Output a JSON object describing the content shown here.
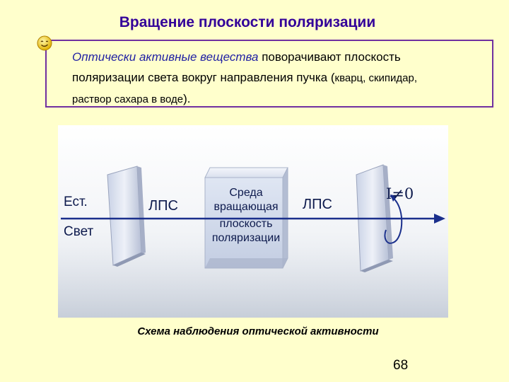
{
  "title": "Вращение плоскости поляризации",
  "callout": {
    "line1_em": "Оптически активные вещества",
    "line1_rest": " поворачивают плоскость",
    "line2": "поляризации света вокруг направления пучка (",
    "line2_small": "кварц, скипидар,",
    "line3_small": "раствор сахара в воде",
    "line3_end": ")."
  },
  "diagram": {
    "label_natural_1": "Ест.",
    "label_natural_2": "Свет",
    "label_lps_left": "ЛПС",
    "label_lps_right": "ЛПС",
    "label_medium": [
      "Среда",
      "вращающая",
      "плоскость",
      "поляризации"
    ],
    "label_intensity": "I≠0"
  },
  "caption": "Схема наблюдения оптической активности",
  "page_number": "68",
  "colors": {
    "title": "#330099",
    "border": "#7030a0",
    "beam": "#1a2f8c",
    "background": "#ffffcc"
  },
  "icons": [
    "smiley-icon"
  ]
}
